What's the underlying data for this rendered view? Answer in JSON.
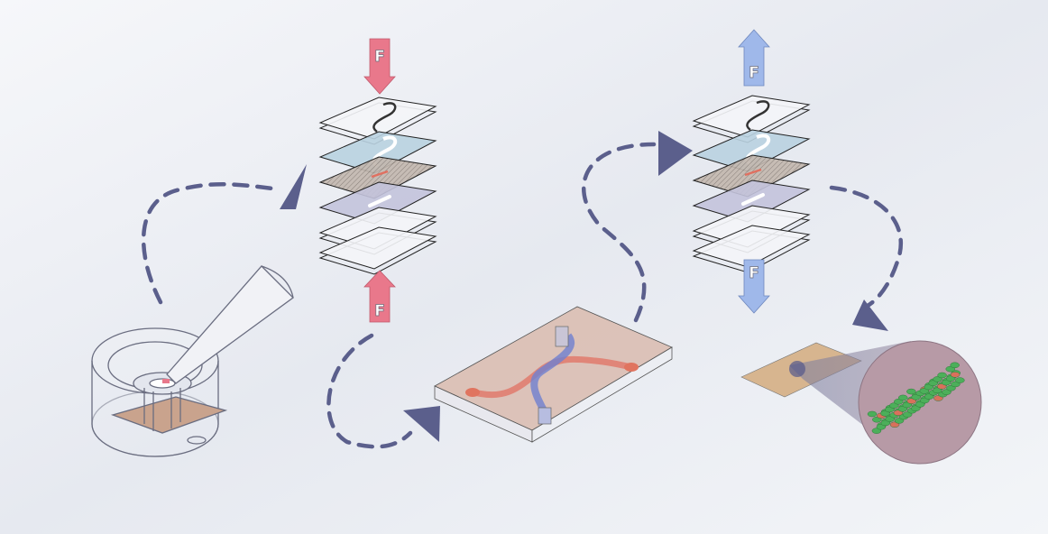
{
  "force_arrows": {
    "compress_top": {
      "label": "F",
      "direction": "down"
    },
    "compress_bottom": {
      "label": "F",
      "direction": "up"
    },
    "stretch_top": {
      "label": "F",
      "direction": "up"
    },
    "stretch_bottom": {
      "label": "F",
      "direction": "down"
    }
  },
  "colors": {
    "compress_arrow": "#e9788b",
    "stretch_arrow": "#9fb8ea",
    "flow_path": "#5b5f8c",
    "outline": "#2a2a2a",
    "membrane_blue": "#b9d2e0",
    "membrane_purple": "#c3c3dc",
    "fabric": "#b5aaa2",
    "chip_base": "#d8b8aa",
    "magnified_tissue": "#b79aa6",
    "cells": "#4caf5a"
  }
}
